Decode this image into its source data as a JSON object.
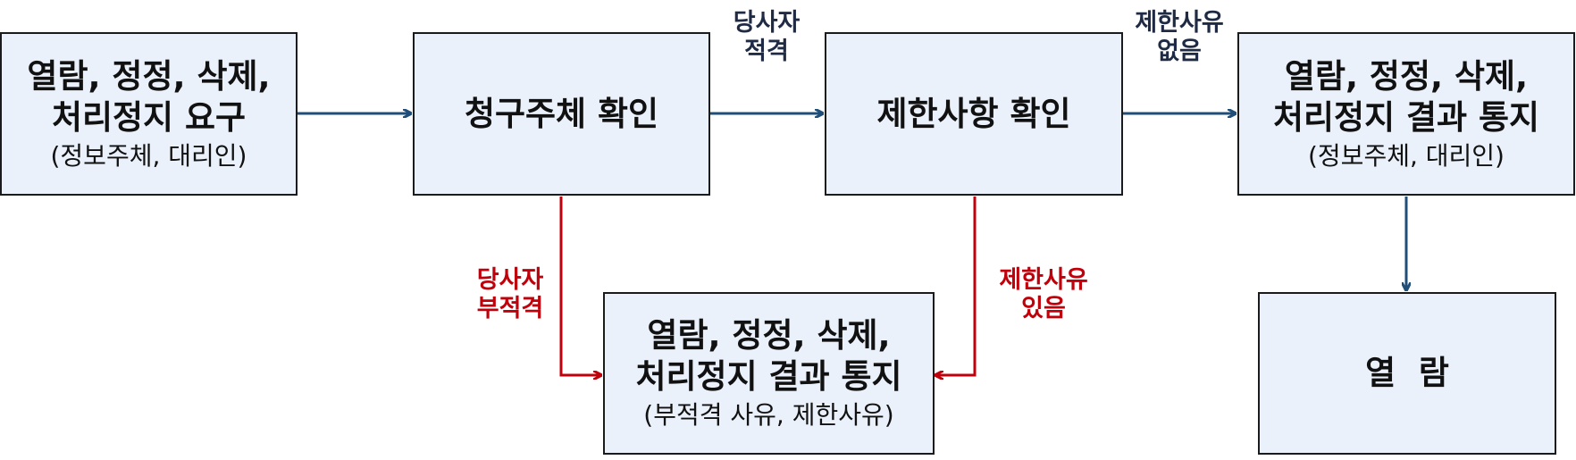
{
  "boxes": {
    "request": {
      "line1": "열람, 정정, 삭제,",
      "line2": "처리정지 요구",
      "sub": "(정보주체, 대리인)"
    },
    "subject_check": {
      "line1": "청구주체 확인"
    },
    "restriction_check": {
      "line1": "제한사항 확인"
    },
    "result_notice": {
      "line1": "열람, 정정, 삭제,",
      "line2": "처리정지 결과 통지",
      "sub": "(정보주체, 대리인)"
    },
    "reject_notice": {
      "line1": "열람, 정정, 삭제,",
      "line2": "처리정지 결과 통지",
      "sub": "(부적격 사유, 제한사유)"
    },
    "view": {
      "line1": "열  람"
    }
  },
  "labels": {
    "eligible": {
      "line1": "당사자",
      "line2": "적격"
    },
    "no_restriction": {
      "line1": "제한사유",
      "line2": "없음"
    },
    "ineligible": {
      "line1": "당사자",
      "line2": "부적격"
    },
    "has_restriction": {
      "line1": "제한사유",
      "line2": "있음"
    }
  },
  "colors": {
    "box_fill": "#eaf1fb",
    "box_border": "#1b1b1b",
    "flow_arrow": "#1f4e79",
    "reject_arrow": "#c0000b"
  }
}
